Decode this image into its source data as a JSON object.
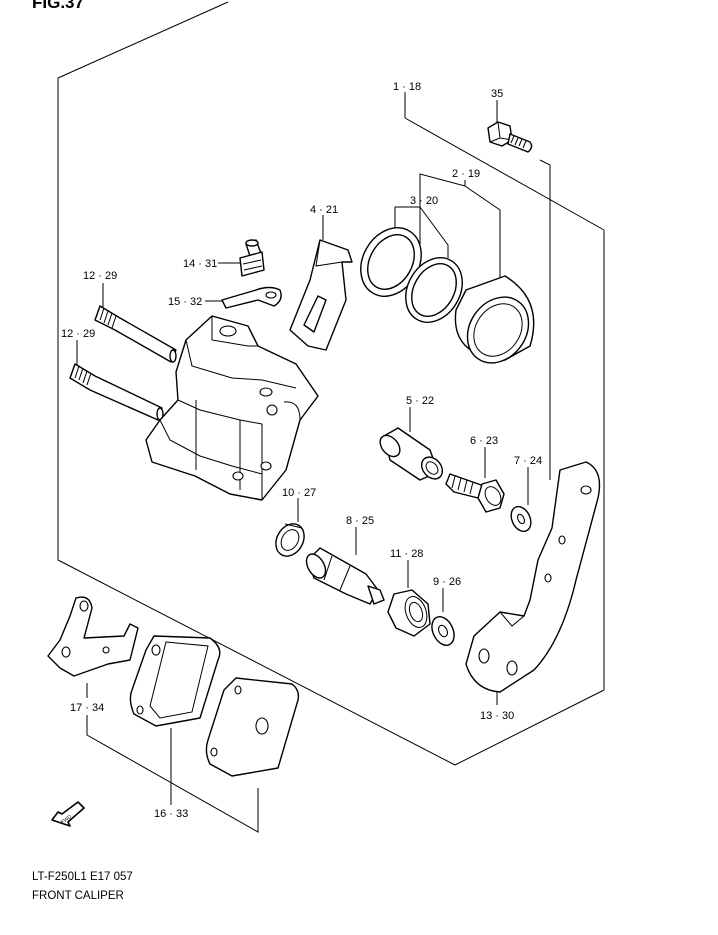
{
  "figure": {
    "title": "FIG.37"
  },
  "footer": {
    "code": "LT-F250L1 E17  057",
    "title": "FRONT CALIPER"
  },
  "labels": {
    "l1_18": "1 · 18",
    "l35": "35",
    "l2_19": "2 · 19",
    "l3_20": "3 · 20",
    "l4_21": "4 · 21",
    "l14_31": "14 · 31",
    "l15_32": "15 · 32",
    "l12_29a": "12 · 29",
    "l12_29b": "12 · 29",
    "l5_22": "5 · 22",
    "l6_23": "6 · 23",
    "l7_24": "7 · 24",
    "l10_27": "10 · 27",
    "l8_25": "8 · 25",
    "l11_28": "11 · 28",
    "l9_26": "9 · 26",
    "l13_30": "13 · 30",
    "l17_34": "17 · 34",
    "l16_33": "16 · 33"
  },
  "direction_badge": {
    "text": "FWD"
  }
}
